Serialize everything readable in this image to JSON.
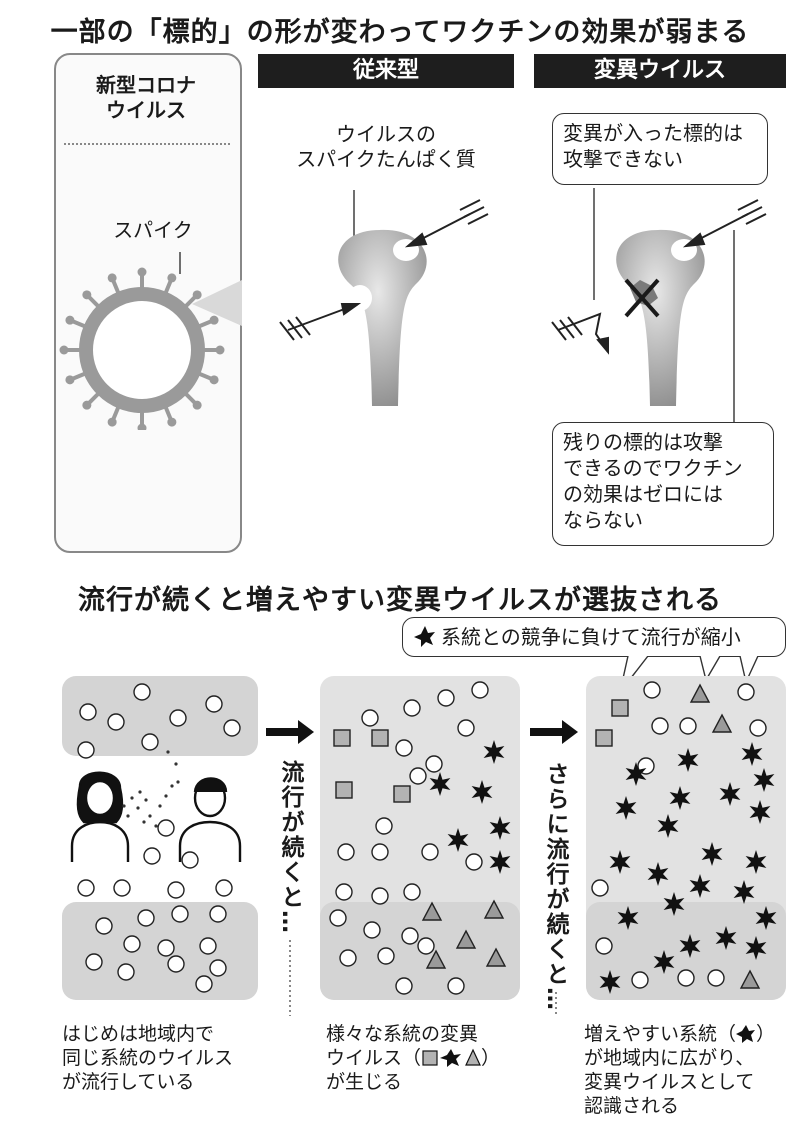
{
  "top": {
    "title": "一部の「標的」の形が変わってワクチンの効果が弱まる",
    "panel": {
      "title_line1": "新型コロナ",
      "title_line2": "ウイルス",
      "spike_label": "スパイク"
    },
    "conventional": {
      "header": "従来型",
      "label_line1": "ウイルスの",
      "label_line2": "スパイクたんぱく質"
    },
    "variant": {
      "header": "変異ウイルス",
      "note1_line1": "変異が入った標的は",
      "note1_line2": "攻撃できない",
      "note2_line1": "残りの標的は攻撃",
      "note2_line2": "できるのでワクチン",
      "note2_line3": "の効果はゼロには",
      "note2_line4": "ならない"
    }
  },
  "bottom": {
    "title": "流行が続くと増えやすい変異ウイルスが選抜される",
    "callout": "系統との競争に負けて流行が縮小",
    "arrow1": "流行が続くと…",
    "arrow2": "さらに流行が続くと…",
    "cap1_line1": "はじめは地域内で",
    "cap1_line2": "同じ系統のウイルス",
    "cap1_line3": "が流行している",
    "cap2_line1": "様々な系統の変異",
    "cap2_line2": "ウイルス（",
    "cap2_line2_end": "）",
    "cap2_line3": "が生じる",
    "cap3_line1": "増えやすい系統（",
    "cap3_line1_end": "）",
    "cap3_line2": "が地域内に広がり、",
    "cap3_line3": "変異ウイルスとして",
    "cap3_line4": "認識される"
  },
  "colors": {
    "dark": "#1e1e1e",
    "spike_gray": "#9a9a9a",
    "panel_fill": "#d4d4d4",
    "mark_gray": "#b3b3b3"
  }
}
